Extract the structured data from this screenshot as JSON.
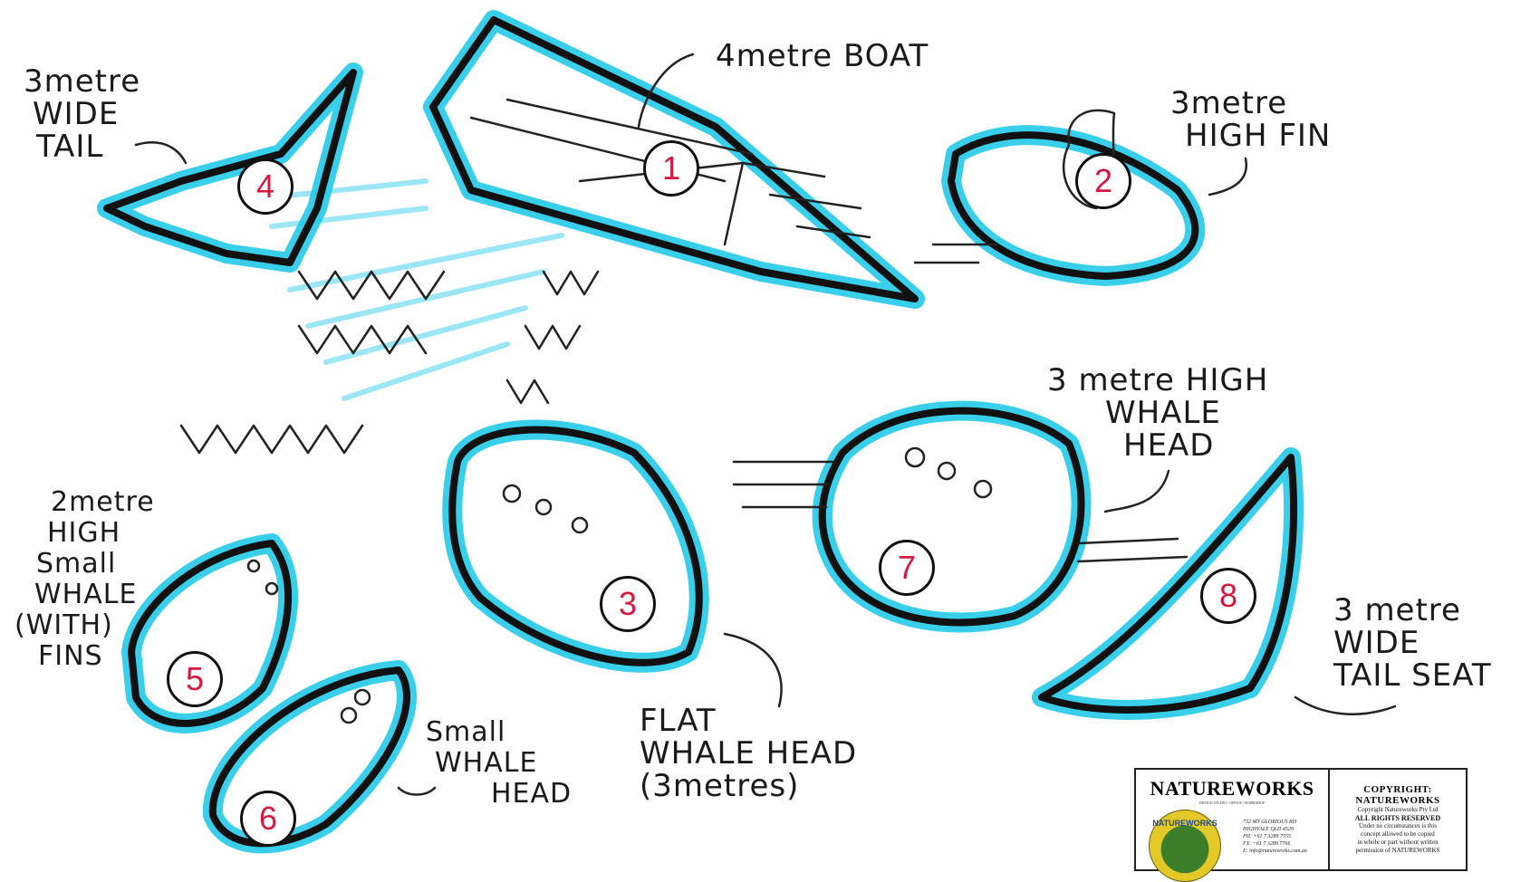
{
  "colors": {
    "ink": "#111111",
    "highlight": "#24c9e8",
    "number": "#d8173f",
    "paper": "#ffffff"
  },
  "sketch_labels": {
    "boat": [
      "4metre BOAT"
    ],
    "wide_tail_top": [
      "3metre",
      "WIDE",
      "TAIL"
    ],
    "high_fin": [
      "3metre",
      "HIGH FIN"
    ],
    "small_whale": [
      "2metre",
      "HIGH",
      "Small",
      "WHALE",
      "(WITH)",
      "FINS"
    ],
    "small_whale_head": [
      "Small",
      "WHALE",
      "HEAD"
    ],
    "flat_whale_head": [
      "FLAT",
      "WHALE HEAD",
      "(3metres)"
    ],
    "high_whale_head": [
      "3 metre HIGH",
      "WHALE",
      "HEAD"
    ],
    "tail_seat": [
      "3 metre",
      "WIDE",
      "TAIL SEAT"
    ]
  },
  "numbers": [
    "1",
    "2",
    "3",
    "4",
    "5",
    "6",
    "7",
    "8"
  ],
  "titleblock": {
    "brand": "NATUREWORKS",
    "brand_sub": "DESIGN STUDIO | OFFICE | WORKSHOP",
    "emblem_text": "NATUREWORKS",
    "address": [
      "732 MT GLORIOUS RD",
      "HIGHVALE QLD 4520",
      "PH: +61 7 3289 7555",
      "FX: +61 7 3289 7766",
      "E: info@natureworks.com.au"
    ],
    "copyright_title": "COPYRIGHT:",
    "copyright_brand": "NATUREWORKS",
    "copyright_lines": [
      "Copyright Natureworks Pty Ltd",
      "ALL RIGHTS RESERVED",
      "Under no circumstances is this",
      "concept allowed to be copied",
      "in whole or part without written",
      "permission of NATUREWORKS"
    ]
  }
}
